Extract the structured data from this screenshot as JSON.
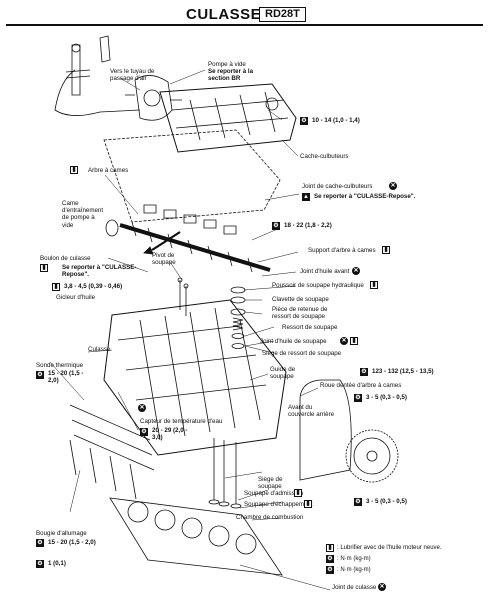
{
  "header": {
    "title": "CULASSE",
    "model": "RD28T"
  },
  "labels": {
    "vers_tuyau": "Vers le tuyau de passage d'air",
    "pompe_vide": "Pompe à vide",
    "pompe_ref": "Se reporter à la section BR",
    "torque_1": "10 - 14 (1,0 - 1,4)",
    "cache_culbuteurs": "Cache-culbuteurs",
    "arbre_cames": "Arbre à cames",
    "joint_cache": "Joint de cache-culbuteurs",
    "joint_cache_ref": "Se reporter à \"CULASSE-Repose\".",
    "came_pompe": "Came d'entraînement de pompe à vide",
    "torque_2": "18 - 22 (1,8 - 2,2)",
    "support_arbre": "Support d'arbre à cames",
    "boulon_culasse": "Boulon de culasse",
    "boulon_ref": "Se reporter à \"CULASSE-Repose\".",
    "pivot": "Pivot de soupape",
    "joint_huile_avant": "Joint d'huile avant",
    "poussoir": "Poussoir de soupape hydraulique",
    "torque_3": "3,8 - 4,5 (0,39 - 0,46)",
    "gicleur": "Gicleur d'huile",
    "clavette": "Clavette de soupape",
    "piece_retenue": "Pièce de retenue de ressort de soupape",
    "ressort": "Ressort de soupape",
    "joint_huile_soupape": "Joint d'huile de soupape",
    "siege_ressort": "Siège de ressort de soupape",
    "culasse": "Culasse",
    "sonde": "Sonde thermique",
    "torque_4": "15 - 20 (1,5 - 2,0)",
    "guide": "Guide de soupape",
    "torque_5": "123 - 132 (12,5 - 13,5)",
    "roue_dentee": "Roue dentée d'arbre à cames",
    "torque_6": "3 - 5 (0,3 - 0,5)",
    "avant_couvercle": "Avant du couvercle arrière",
    "capteur": "Capteur de température d'eau",
    "torque_7": "20 - 29 (2,0 - 3,0)",
    "siege_soupape": "Siège de soupape",
    "soupape_admission": "Soupape d'admission",
    "soupape_echappement": "Soupape d'échappement",
    "torque_8": "3 - 5 (0,3 - 0,5)",
    "chambre": "Chambre de combustion",
    "bougie": "Bougie d'allumage",
    "torque_9": "15 - 20 (1,5 - 2,0)",
    "torque_10": "1 (0,1)",
    "joint_culasse": "Joint de culasse"
  },
  "legend": {
    "lub": ": Lubrifier avec de l'huile moteur neuve.",
    "nm1": ": N·m (kg-m)",
    "nm2": ": N·m (kg-m)"
  }
}
